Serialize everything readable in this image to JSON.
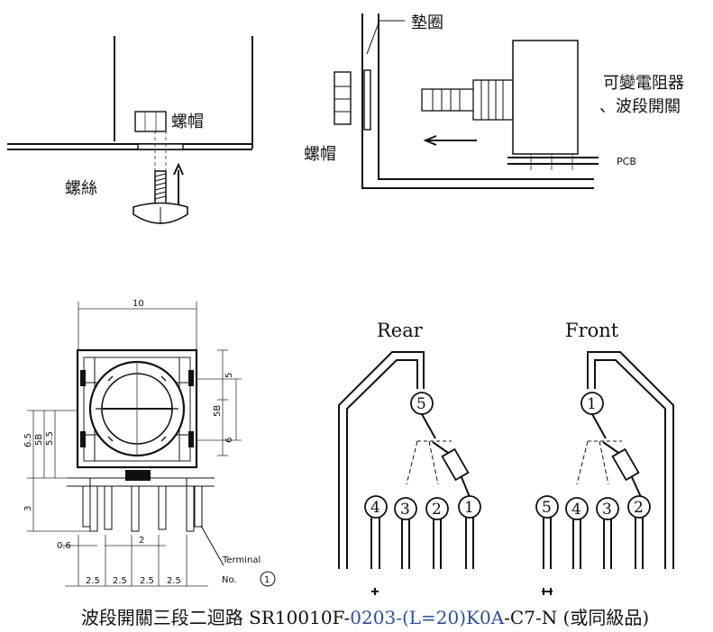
{
  "diagram": {
    "top_left": {
      "nut_label": "螺帽",
      "screw_label": "螺絲"
    },
    "top_right": {
      "washer_label": "墊圈",
      "nut_label": "螺帽",
      "component_label_line1": "可變電阻器",
      "component_label_line2": "、波段開關",
      "pcb_label": "PCB"
    },
    "dimension_drawing": {
      "top_width": "10",
      "right_top_dim": "5",
      "right_mid_dim": "5B",
      "right_bottom_dim": "6",
      "left_dim_outer": "6.5",
      "left_dim_mid": "5B",
      "left_dim_inner": "5.5",
      "bottom_left_dim": "3",
      "pitch_small": "0.6",
      "pitch_mid": "2",
      "pitch_1": "2.5",
      "pitch_2": "2.5",
      "pitch_3": "2.5",
      "pitch_4": "2.5",
      "terminal_label_line1": "Terminal",
      "terminal_label_line2": "No.",
      "terminal_number": "1"
    },
    "rear": {
      "title": "Rear",
      "top_pin": "5",
      "pins": [
        "4",
        "3",
        "2",
        "1"
      ]
    },
    "front": {
      "title": "Front",
      "top_pin": "1",
      "pins": [
        "5",
        "4",
        "3",
        "2"
      ]
    },
    "caption": {
      "prefix": "波段開關三段二迴路 SR10010F-",
      "blue": "0203-(L=20)K0A",
      "suffix": "-C7-N (或同級品)"
    }
  }
}
